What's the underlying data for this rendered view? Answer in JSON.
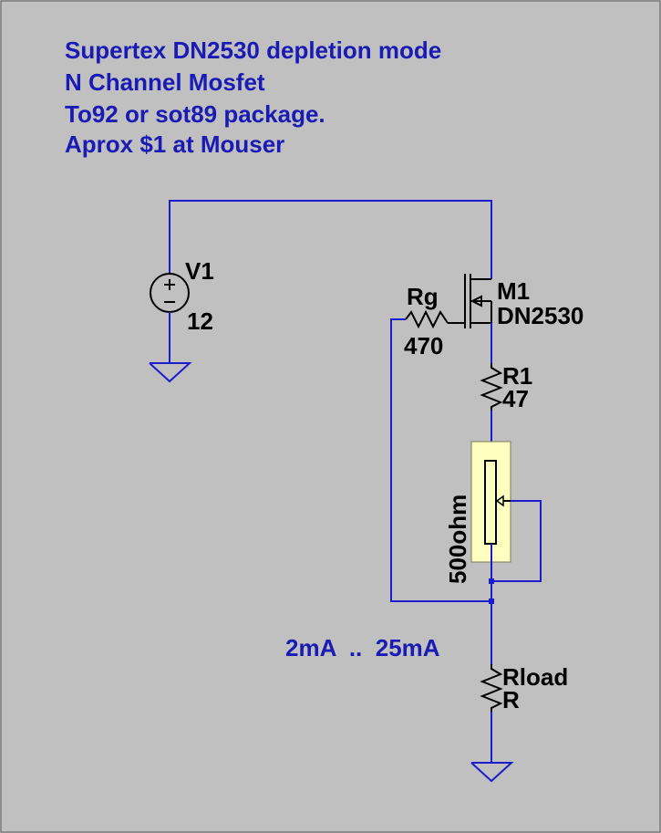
{
  "notes": [
    "Supertex DN2530 depletion mode",
    "N Channel Mosfet",
    "To92 or sot89 package.",
    "Aprox $1 at Mouser"
  ],
  "components": {
    "v1": {
      "name": "V1",
      "value": "12"
    },
    "m1": {
      "name": "M1",
      "value": "DN2530"
    },
    "rg": {
      "name": "Rg",
      "value": "470"
    },
    "r1": {
      "name": "R1",
      "value": "47"
    },
    "pot": {
      "value": "500ohm"
    },
    "rload": {
      "name": "Rload",
      "value": "R"
    }
  },
  "current_range": "2mA  ..  25mA",
  "colors": {
    "background": "#c0c0c0",
    "wire": "#1c1ccc",
    "note_text": "#1a1ab4",
    "symbol": "#000000",
    "pot_fill": "#ffffc0"
  }
}
